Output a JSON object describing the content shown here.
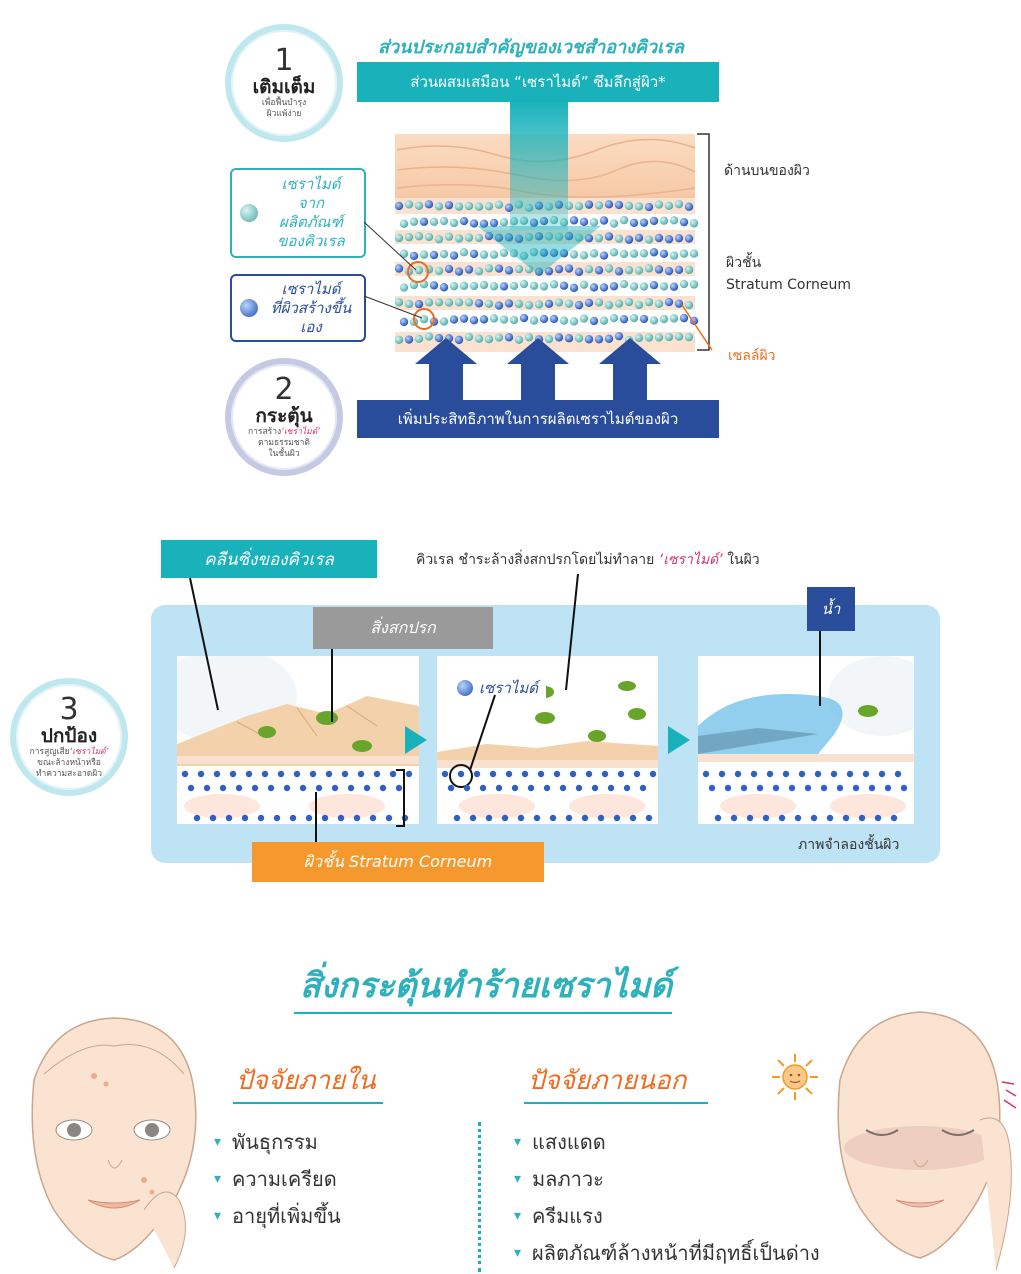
{
  "section1": {
    "step1": {
      "number": "1",
      "title": "เติมเต็ม",
      "subtitle_line1": "เพื่อฟื้นบำรุง",
      "subtitle_line2": "ผิวแพ้ง่าย"
    },
    "step2": {
      "number": "2",
      "title": "กระตุ้น",
      "subtitle_line1": "การสร้าง",
      "subtitle_highlight": "‘เซราไมด์’",
      "subtitle_line2": "ตามธรรมชาติ",
      "subtitle_line3": "ในชั้นผิว"
    },
    "header_text": "ส่วนประกอบสำคัญของเวชสำอางคิวเรล",
    "top_bar_text": "ส่วนผสมเสมือน “เซราไมด์” ซึมลึกสู่ผิว*",
    "bottom_bar_text": "เพิ่มประสิทธิภาพในการผลิตเซราไมด์ของผิว",
    "label_upper": "ด้านบนของผิว",
    "label_sc_line1": "ผิวชั้น",
    "label_sc_line2": "Stratum Corneum",
    "label_cell": "เซลล์ผิว",
    "legend_product": {
      "line1": "เซราไมด์",
      "line2": "จากผลิตภัณฑ์",
      "line3": "ของคิวเรล"
    },
    "legend_skin": {
      "line1": "เซราไมด์",
      "line2": "ที่ผิวสร้างขึ้นเอง"
    }
  },
  "section2": {
    "step3": {
      "number": "3",
      "title": "ปกป้อง",
      "subtitle_line1": "การสูญเสีย",
      "subtitle_highlight": "‘เซราไมด์’",
      "subtitle_line2": "ขณะล้างหน้าหรือ",
      "subtitle_line3": "ทำความสะอาดผิว"
    },
    "cleansing_label": "คลีนซิ่งของคิวเรล",
    "desc_prefix": "คิวเรล ชำระล้างสิ่งสกปรกโดยไม่ทำลาย",
    "desc_highlight": "‘เซราไมด์’",
    "desc_suffix": "ในผิว",
    "dirt_label": "สิ่งสกปรก",
    "ceramide_label": "เซราไมด์",
    "water_label": "น้ำ",
    "sc_label": "ผิวชั้น Stratum Corneum",
    "caption": "ภาพจำลองชั้นผิว"
  },
  "section3": {
    "title": "สิ่งกระตุ้นทำร้ายเซราไมด์",
    "internal": {
      "title": "ปัจจัยภายใน",
      "items": [
        "พันธุกรรม",
        "ความเครียด",
        "อายุที่เพิ่มขึ้น"
      ]
    },
    "external": {
      "title": "ปัจจัยภายนอก",
      "items": [
        "แสงแดด",
        "มลภาวะ",
        "ครีมแรง",
        "ผลิตภัณฑ์ล้างหน้าที่มีฤทธิ์เป็นด่าง"
      ]
    },
    "bullet_mark": "▾"
  },
  "colors": {
    "teal": "#19b2bb",
    "navy": "#2a4d9b",
    "orange": "#f06b1f",
    "panel": "#bde3f5",
    "grey": "#999999"
  }
}
